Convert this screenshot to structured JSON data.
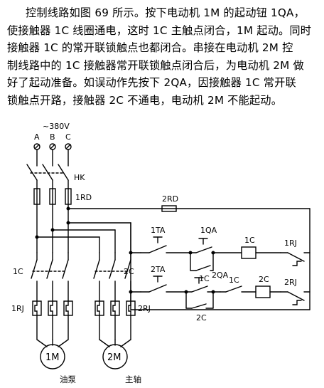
{
  "paragraph": {
    "lines": [
      "控制线路如图 69 所示。按下电动机 1M 的起动钮 1QA，",
      "使接触器 1C 线圈通电，这时 1C 主触点闭合，1M 起动。同时",
      "接触器 1C 的常开联锁触点也都闭合。串接在电动机 2M 控",
      "制线路中的 1C 接触器常开联锁触点闭合后，为电动机 2M 做",
      "好了起动准备。如误动作先按下 2QA，因接触器 1C 常开联",
      "锁触点开路，接触器 2C 不通电，电动机 2M 不能起动。"
    ]
  },
  "diagram": {
    "supply": "~380V",
    "phases": [
      "A",
      "B",
      "C"
    ],
    "labels": {
      "hk": "HK",
      "rd1": "1RD",
      "rd2": "2RD",
      "c1_main": "1C",
      "c2_main": "2C",
      "rj1": "1RJ",
      "rj2": "2RJ",
      "ta1": "1TA",
      "qa1": "1QA",
      "c1_coil": "1C",
      "rj1_ctrl": "1RJ",
      "c1_hold": "1C",
      "ta2": "2TA",
      "qa2": "2QA",
      "c1_interlock": "1C",
      "c2_coil": "2C",
      "rj2_ctrl": "2RJ",
      "c2_hold": "2C"
    },
    "motors": [
      {
        "name": "1M",
        "caption": "油泵"
      },
      {
        "name": "2M",
        "caption": "主轴"
      }
    ]
  }
}
